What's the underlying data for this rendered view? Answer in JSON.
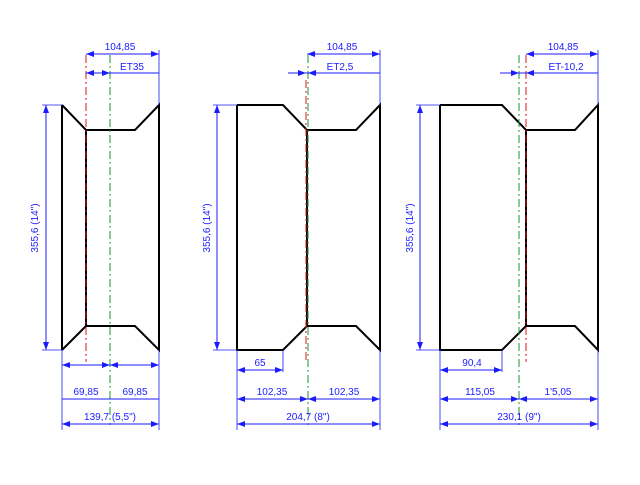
{
  "diagrams": [
    {
      "id": "rim-5-5",
      "height_label": "355,6 (14\")",
      "offset_label": "104,85",
      "et_label": "ET35",
      "bottom_labels": [
        "69,85",
        "69,85"
      ],
      "width_label": "139,7 (5,5\")",
      "inner_label": ""
    },
    {
      "id": "rim-8",
      "height_label": "355,6 (14\")",
      "offset_label": "104,85",
      "et_label": "ET2,5",
      "bottom_labels": [
        "102,35",
        "102,35"
      ],
      "width_label": "204,7 (8\")",
      "inner_label": "65"
    },
    {
      "id": "rim-9",
      "height_label": "355,6 (14\")",
      "offset_label": "104,85",
      "et_label": "ET-10,2",
      "bottom_labels": [
        "115,05",
        "1'5,05"
      ],
      "width_label": "230,1 (9\")",
      "inner_label": "90,4"
    }
  ],
  "colors": {
    "outline": "#000000",
    "dimension": "#1b1bff",
    "mounting_plane": "#d21a1a",
    "center_line": "#1a9a2a"
  }
}
